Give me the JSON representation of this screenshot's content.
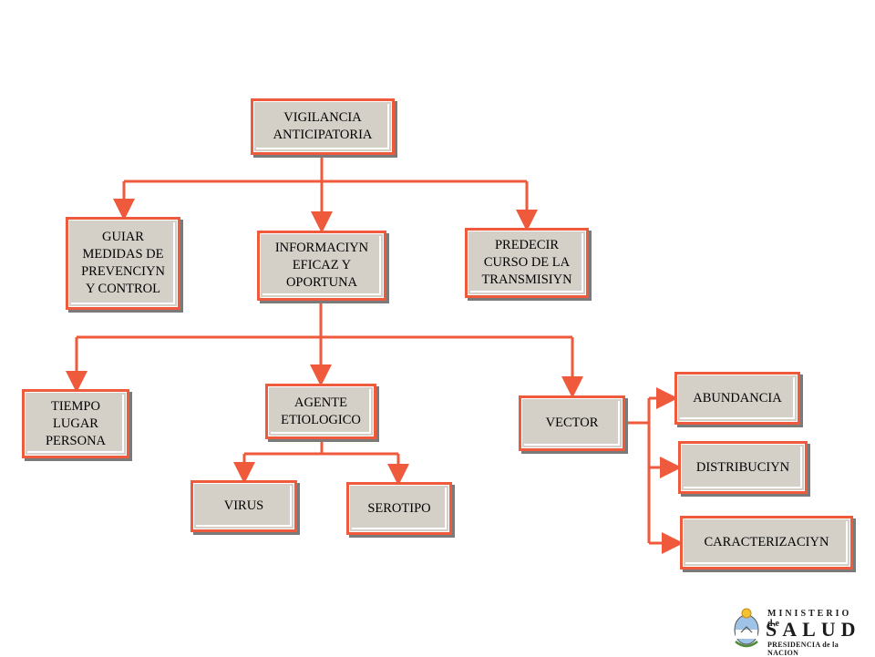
{
  "colors": {
    "connector": "#ef5a3c",
    "box_border": "#ef5a3c",
    "box_fill": "#d4d0c8",
    "shadow": "#7a7a7a"
  },
  "nodes": {
    "vigilancia": "VIGILANCIA\nANTICIPATORIA",
    "guiar": "GUIAR\nMEDIDAS DE\nPREVENCIYN\nY CONTROL",
    "informacion": "INFORMACIYN\nEFICAZ Y\nOPORTUNA",
    "predecir": "PREDECIR\nCURSO DE LA\nTRANSMISIYN",
    "tiempo": "TIEMPO\nLUGAR\nPERSONA",
    "agente": "AGENTE\nETIOLOGICO",
    "vector": "VECTOR",
    "abundancia": "ABUNDANCIA",
    "distribucion": "DISTRIBUCIYN",
    "caracterizacion": "CARACTERIZACIYN",
    "virus": "VIRUS",
    "serotipo": "SEROTIPO"
  },
  "logo": {
    "line1": "MINISTERIO de",
    "line2": "SALUD",
    "line3": "PRESIDENCIA de la NACION",
    "icon": "argentina-coat-of-arms-icon"
  }
}
